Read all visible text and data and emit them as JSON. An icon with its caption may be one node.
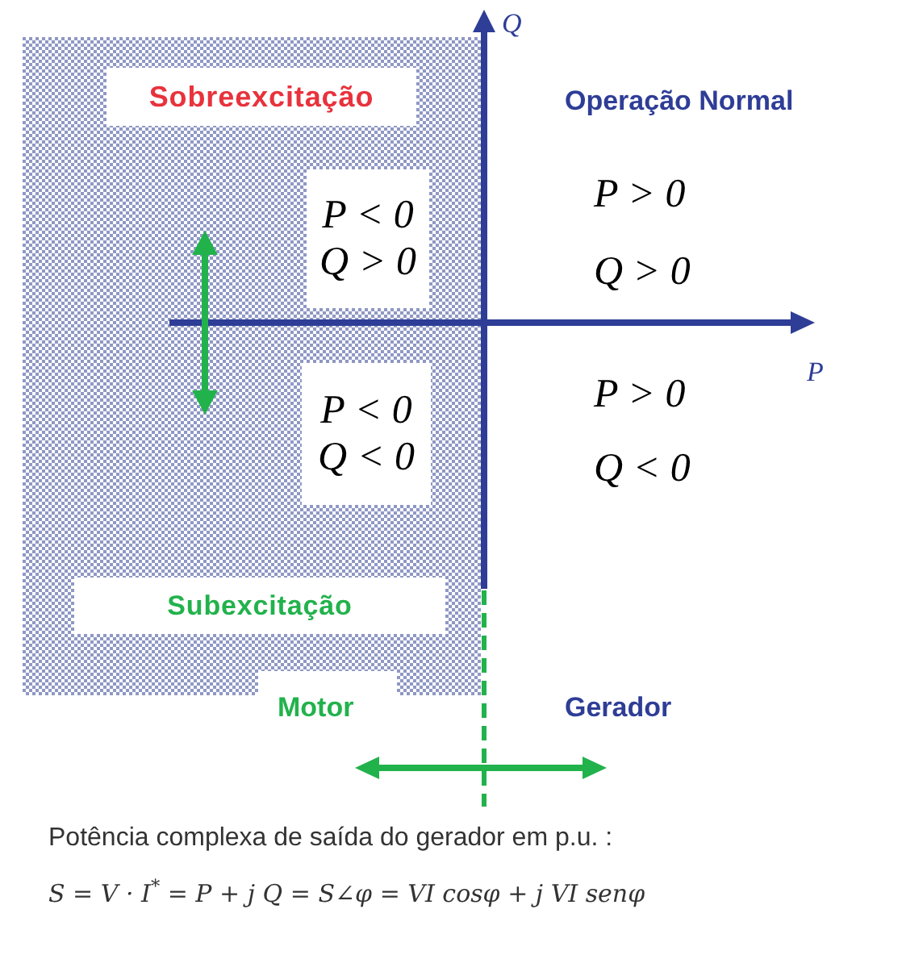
{
  "diagram": {
    "nodes": [
      {
        "text": [],
        "shape": "box"
      },
      {
        "text": [
          "Sobreexcitação"
        ],
        "in": 0
      },
      {
        "text": [
          "P < 0",
          "Q > 0"
        ],
        "in": 0
      },
      {
        "text": [
          "P < 0",
          "Q < 0"
        ],
        "in": 0
      },
      {
        "text": [
          "Subexcitação"
        ],
        "in": 0
      }
    ],
    "edges": [],
    "labels": [
      "Q",
      "Operação Normal",
      "P > 0",
      "Q > 0",
      "P",
      "P > 0",
      "Q < 0",
      "Motor",
      "Gerador",
      "Potência complexa de saída do gerador em p.u. :",
      "S = V · I$^{*}$ = P + j Q = S∠φ = VI cosφ + j VI senφ"
    ]
  }
}
